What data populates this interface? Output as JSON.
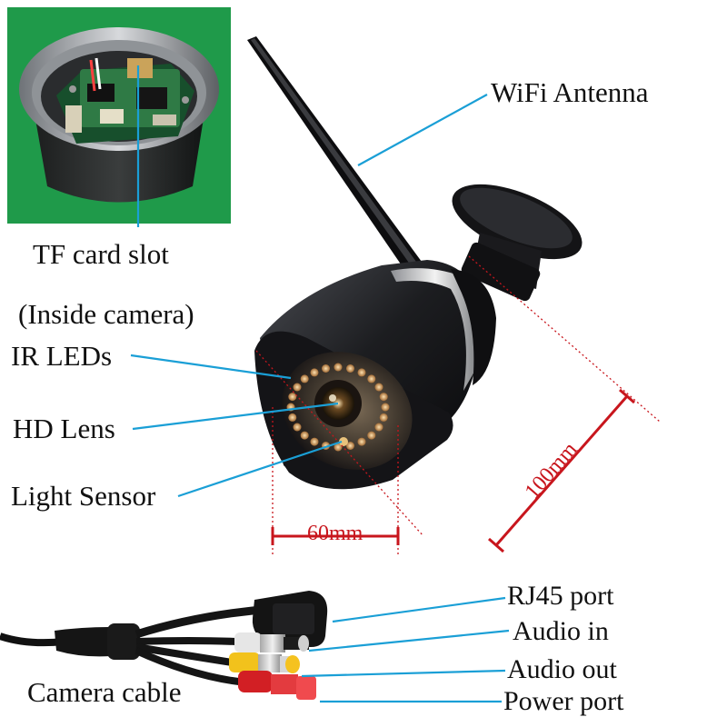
{
  "callouts": {
    "wifi_antenna": "WiFi Antenna",
    "tf_card_slot": "TF card slot",
    "inside_camera": "(Inside camera)",
    "ir_leds": "IR LEDs",
    "hd_lens": "HD Lens",
    "light_sensor": "Light Sensor",
    "rj45_port": "RJ45 port",
    "audio_in": "Audio in",
    "audio_out": "Audio out",
    "power_port": "Power port",
    "camera_cable": "Camera cable"
  },
  "dimensions": {
    "front_diameter": "60mm",
    "body_length": "100mm"
  },
  "colors": {
    "callout_line": "#1a9fd6",
    "dimension": "#c8161d",
    "camera_body": "#1c1d20",
    "inset_background": "#1f9a4a"
  }
}
